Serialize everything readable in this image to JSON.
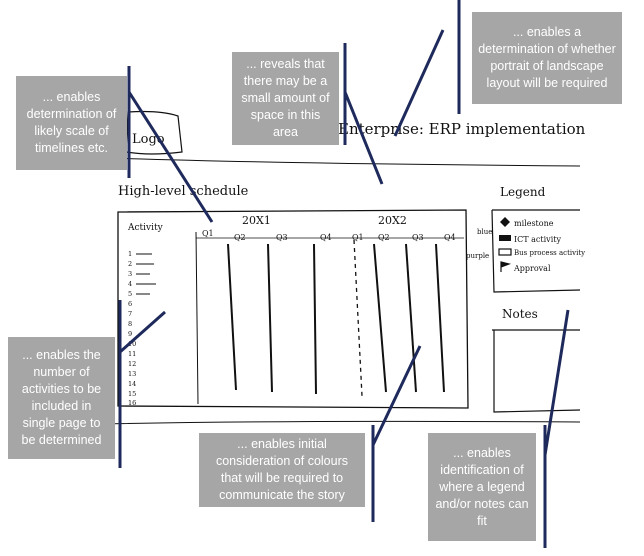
{
  "sketch": {
    "logo": "Logo",
    "title": "Enterprise: ERP implementation",
    "subtitle": "High-level schedule",
    "legend_title": "Legend",
    "notes_title": "Notes",
    "activity_header": "Activity",
    "year1": "20X1",
    "year2": "20X2",
    "quarters": [
      "Q1",
      "Q2",
      "Q3",
      "Q4",
      "Q1",
      "Q2",
      "Q3",
      "Q4"
    ],
    "row_numbers": [
      "1",
      "2",
      "3",
      "4",
      "5",
      "6",
      "7",
      "8",
      "9",
      "10",
      "11",
      "12",
      "13",
      "14",
      "15",
      "16"
    ],
    "legend_items": [
      "milestone",
      "ICT activity",
      "Bus process activity",
      "Approval"
    ],
    "legend_color_words": [
      "blue",
      "purple"
    ]
  },
  "annotations": {
    "timescale": "... enables determination of likely scale of timelines etc.",
    "space": "... reveals that there may be a small amount of space in this area",
    "layout": "... enables a determination of whether portrait of landscape  layout will be required",
    "activities": "... enables the number of activities to be included in single page to be determined",
    "colours": "... enables initial consideration of colours that will be required to communicate the story",
    "legend": "... enables identification of where a legend and/or notes can fit"
  },
  "colors": {
    "callout_box": "#a6a6a6",
    "callout_text": "#ffffff",
    "leader_line": "#1f2a5c",
    "sketch_ink": "#111111"
  }
}
